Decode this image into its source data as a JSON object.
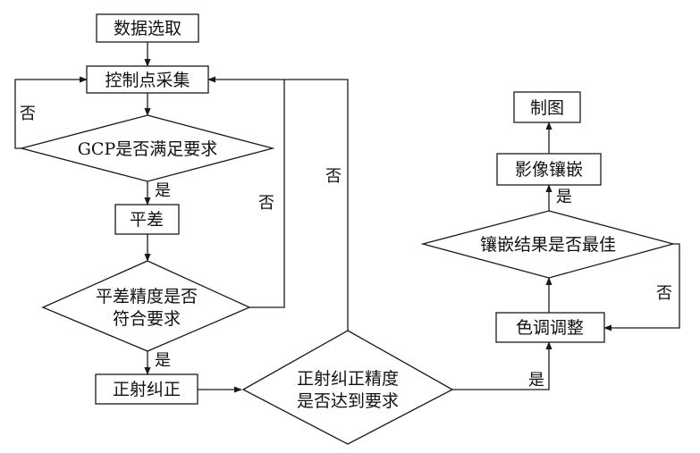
{
  "nodes": {
    "data_select": "数据选取",
    "gcp_collect": "控制点采集",
    "gcp_check": "GCP是否满足要求",
    "adjust": "平差",
    "adjust_check_l1": "平差精度是否",
    "adjust_check_l2": "符合要求",
    "ortho": "正射纠正",
    "ortho_check_l1": "正射纠正精度",
    "ortho_check_l2": "是否达到要求",
    "color_adjust": "色调调整",
    "mosaic_check": "镶嵌结果是否最佳",
    "mosaic": "影像镶嵌",
    "mapping": "制图"
  },
  "edge_labels": {
    "no_gcp": "否",
    "yes_gcp": "是",
    "no_adjust": "否",
    "yes_adjust": "是",
    "no_ortho": "否",
    "yes_ortho": "是",
    "no_mosaic": "否",
    "yes_mosaic": "是"
  }
}
